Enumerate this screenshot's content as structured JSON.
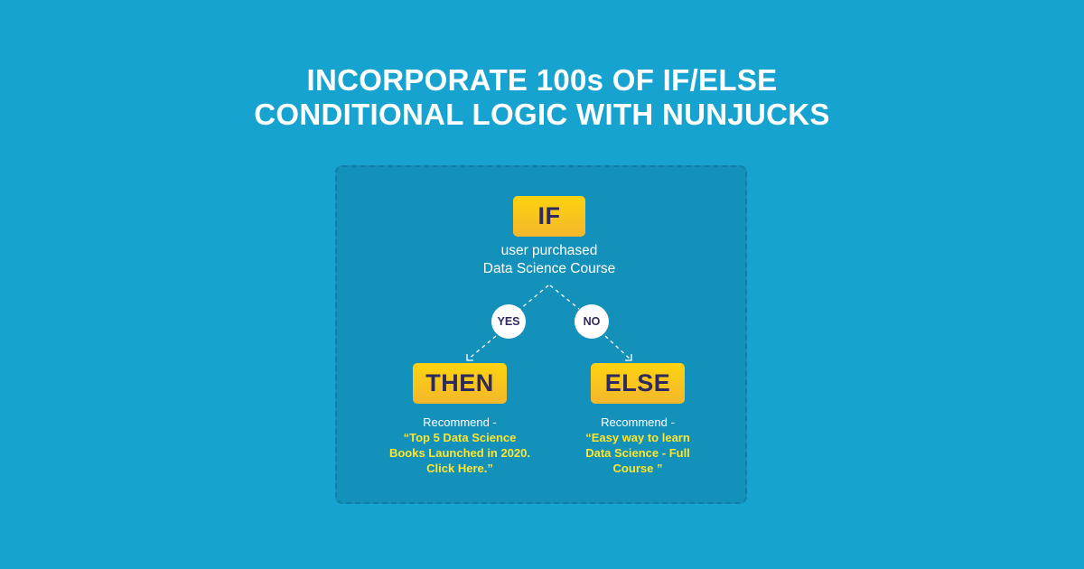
{
  "title": {
    "line1": "INCORPORATE 100s OF IF/ELSE",
    "line2": "CONDITIONAL LOGIC WITH NUNJUCKS"
  },
  "diagram": {
    "if_label": "IF",
    "condition_line1": "user purchased",
    "condition_line2": "Data Science Course",
    "yes_label": "YES",
    "no_label": "NO",
    "then_label": "THEN",
    "else_label": "ELSE",
    "then_branch": {
      "prefix": "Recommend -",
      "message_line1": "“Top 5 Data Science",
      "message_line2": "Books Launched in 2020.",
      "message_line3": "Click Here.”"
    },
    "else_branch": {
      "prefix": "Recommend -",
      "message_line1": "“Easy way to learn",
      "message_line2": "Data Science - Full",
      "message_line3": "Course ”"
    }
  },
  "colors": {
    "background": "#16a3d0",
    "panel": "#1491ba",
    "panel_border": "#0f7fa6",
    "chip_top": "#fdd30f",
    "chip_bottom": "#f3b72c",
    "chip_text": "#2e2a5e",
    "highlight_text": "#fde52f"
  }
}
